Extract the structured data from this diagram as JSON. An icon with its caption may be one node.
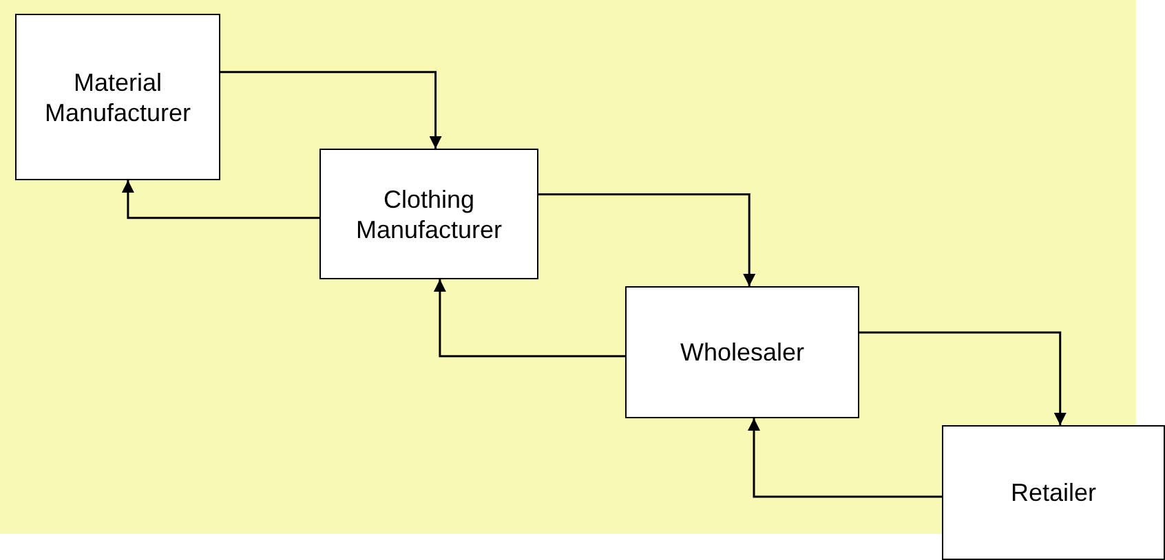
{
  "diagram": {
    "nodes": [
      {
        "text": [
          "Material Manufacturer"
        ]
      },
      {
        "text": [
          "Clothing Manufacturer"
        ]
      },
      {
        "text": [
          "Wholesaler"
        ]
      },
      {
        "text": [
          "Retailer"
        ]
      }
    ],
    "edges": [
      {
        "from": 0,
        "to": 1,
        "arrow": "to"
      },
      {
        "from": 1,
        "to": 0,
        "arrow": "to"
      },
      {
        "from": 1,
        "to": 2,
        "arrow": "to"
      },
      {
        "from": 2,
        "to": 1,
        "arrow": "to"
      },
      {
        "from": 2,
        "to": 3,
        "arrow": "to"
      },
      {
        "from": 3,
        "to": 2,
        "arrow": "to"
      }
    ]
  }
}
